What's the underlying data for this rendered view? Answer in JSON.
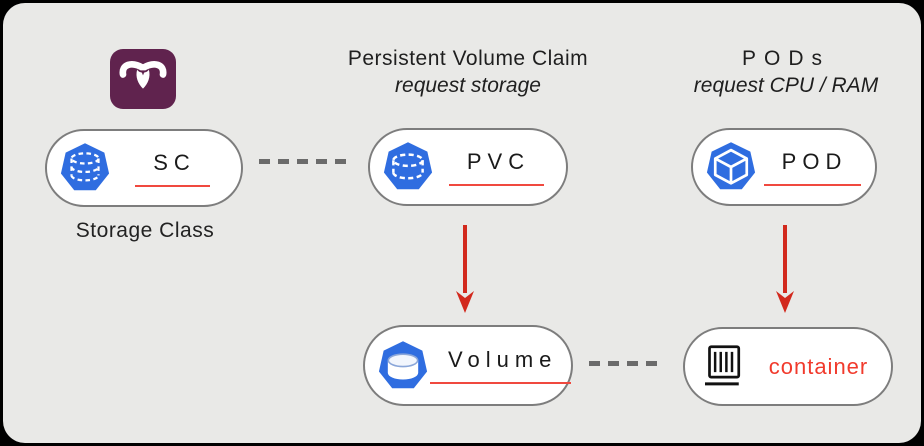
{
  "diagram": {
    "headers": {
      "pvc_title": "Persistent Volume Claim",
      "pvc_subtitle": "request storage",
      "pods_title": "PODs",
      "pods_subtitle": "request CPU / RAM"
    },
    "nodes": {
      "sc": {
        "label": "SC",
        "caption": "Storage Class",
        "icon": "storage-class-icon"
      },
      "pvc": {
        "label": "PVC",
        "icon": "persistent-volume-claim-icon"
      },
      "pod": {
        "label": "POD",
        "icon": "pod-icon"
      },
      "volume": {
        "label": "Volume",
        "icon": "volume-icon"
      },
      "container": {
        "label": "container",
        "icon": "container-icon"
      }
    },
    "edges": [
      {
        "from": "sc",
        "to": "pvc",
        "style": "dashed-gray"
      },
      {
        "from": "pvc",
        "to": "volume",
        "style": "red-arrow-down"
      },
      {
        "from": "pod",
        "to": "container",
        "style": "red-arrow-down"
      },
      {
        "from": "volume",
        "to": "container",
        "style": "dashed-gray"
      }
    ],
    "colors": {
      "canvas_bg": "#e9e9e7",
      "kubernetes_blue": "#2f6de0",
      "longhorn_purple": "#60234e",
      "arrow_red": "#d2291d",
      "underline_red": "#f0493f",
      "container_text_red": "#f13a2c",
      "dash_gray": "#6b6b6b",
      "pill_border": "#7d7d7d"
    }
  }
}
